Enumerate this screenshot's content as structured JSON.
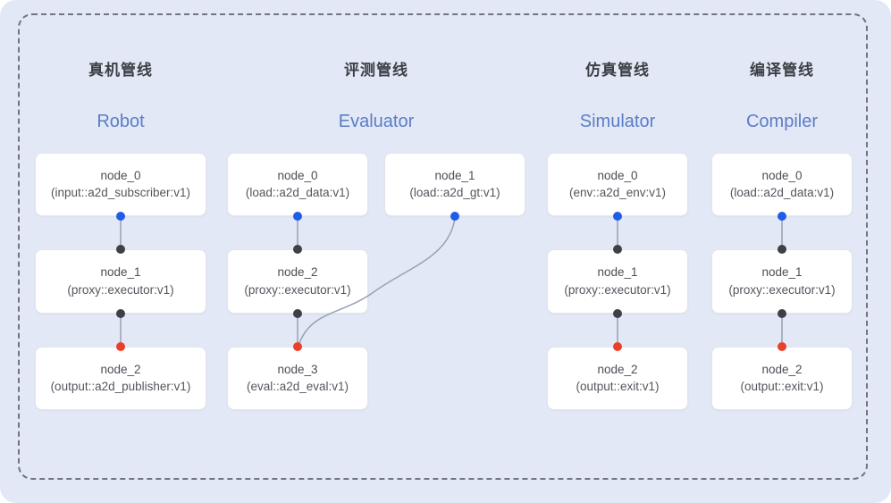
{
  "colors": {
    "panel_bg": "#e2e8f6",
    "frame_dash": "#70757f",
    "title_en": "#5b7dc6",
    "dot_blue": "#1f5de8",
    "dot_black": "#3d4045",
    "dot_red": "#ea3f2b",
    "line": "#98a1b2"
  },
  "pipelines": [
    {
      "title_zh": "真机管线",
      "title_en": "Robot",
      "nodes": [
        {
          "name": "node_0",
          "type": "(input::a2d_subscriber:v1)"
        },
        {
          "name": "node_1",
          "type": "(proxy::executor:v1)"
        },
        {
          "name": "node_2",
          "type": "(output::a2d_publisher:v1)"
        }
      ]
    },
    {
      "title_zh": "评测管线",
      "title_en": "Evaluator",
      "nodes": [
        {
          "name": "node_0",
          "type": "(load::a2d_data:v1)"
        },
        {
          "name": "node_1",
          "type": "(load::a2d_gt:v1)"
        },
        {
          "name": "node_2",
          "type": "(proxy::executor:v1)"
        },
        {
          "name": "node_3",
          "type": "(eval::a2d_eval:v1)"
        }
      ]
    },
    {
      "title_zh": "仿真管线",
      "title_en": "Simulator",
      "nodes": [
        {
          "name": "node_0",
          "type": "(env::a2d_env:v1)"
        },
        {
          "name": "node_1",
          "type": "(proxy::executor:v1)"
        },
        {
          "name": "node_2",
          "type": "(output::exit:v1)"
        }
      ]
    },
    {
      "title_zh": "编译管线",
      "title_en": "Compiler",
      "nodes": [
        {
          "name": "node_0",
          "type": "(load::a2d_data:v1)"
        },
        {
          "name": "node_1",
          "type": "(proxy::executor:v1)"
        },
        {
          "name": "node_2",
          "type": "(output::exit:v1)"
        }
      ]
    }
  ]
}
